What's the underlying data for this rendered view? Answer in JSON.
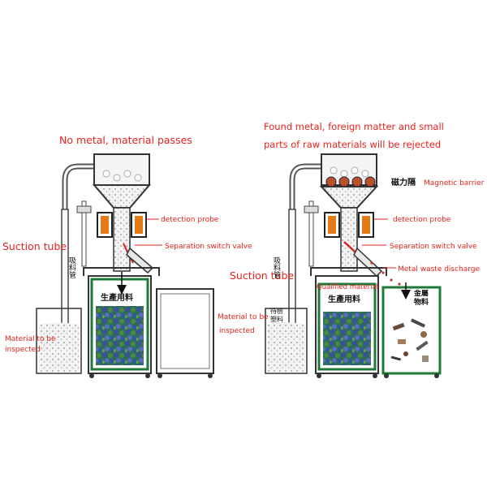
{
  "left": {
    "title": "No metal, material passes",
    "labels": {
      "detection_probe": "detection probe",
      "separation_valve": "Separation switch valve",
      "suction_tube": "Suction tube",
      "suction_tube_cn": "吸料管",
      "material_to_be_inspected": "Material to be inspected",
      "bin_cn": "生產用料"
    }
  },
  "right": {
    "title_line1": "Found metal, foreign matter and small",
    "title_line2": "parts of raw materials will be rejected",
    "labels": {
      "magnetic_barrier_cn": "磁力隔",
      "magnetic_barrier": "Magnetic barrier",
      "detection_probe": "detection probe",
      "separation_valve": "Separation switch valve",
      "metal_waste_discharge": "Metal waste discharge",
      "suction_tube": "Suction tube",
      "suction_tube_cn": "吸料管",
      "qualified_material": "Qualified material",
      "material_to_be_inspected_line1": "Material to be",
      "material_to_be_inspected_line2": "inspected",
      "pending_cn": "待檢塑料",
      "bin_cn": "生產用料",
      "metal_cn": "金屬物料"
    }
  },
  "colors": {
    "label_red": "#e8221b",
    "frame": "#333333",
    "bin_green": "#1f7a3a",
    "coil_orange": "#e57b16",
    "balls": "#b8522b"
  }
}
